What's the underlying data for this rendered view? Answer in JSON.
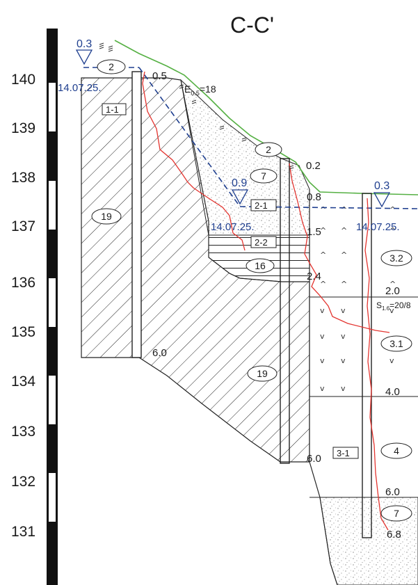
{
  "title": "C-C'",
  "elevation_axis": {
    "ticks": [
      "140",
      "139",
      "138",
      "137",
      "136",
      "135",
      "134",
      "133",
      "132",
      "131"
    ]
  },
  "colors": {
    "ground_surface": "#55b043",
    "water_table": "#1f3f8f",
    "probe_curve": "#e3342f",
    "line": "#1a1a1a"
  },
  "water_levels": [
    {
      "depth": "0.3",
      "date": "14.07.25."
    },
    {
      "depth": "0.9",
      "date": "14.07.25."
    },
    {
      "depth": "0.3",
      "date": "14.07.25."
    }
  ],
  "boreholes": [
    {
      "id": "1-1",
      "depths": [
        "0.5",
        "6.0"
      ],
      "annotation": {
        "base": "E",
        "sub": "0.5",
        "rest": "=18"
      }
    },
    {
      "id": "2-1",
      "secondary_id": "2-2",
      "depths": [
        "0.2",
        "0.8",
        "1.5",
        "2.4",
        "6.0"
      ]
    },
    {
      "id": "3-1",
      "depths": [
        "2.0",
        "4.0",
        "6.0",
        "6.8"
      ],
      "annotation": {
        "base": "S",
        "sub": "1.6",
        "rest": "=20/8"
      }
    }
  ],
  "layers": [
    "2",
    "19",
    "2",
    "7",
    "16",
    "19",
    "3.2",
    "3.1",
    "4",
    "7"
  ]
}
